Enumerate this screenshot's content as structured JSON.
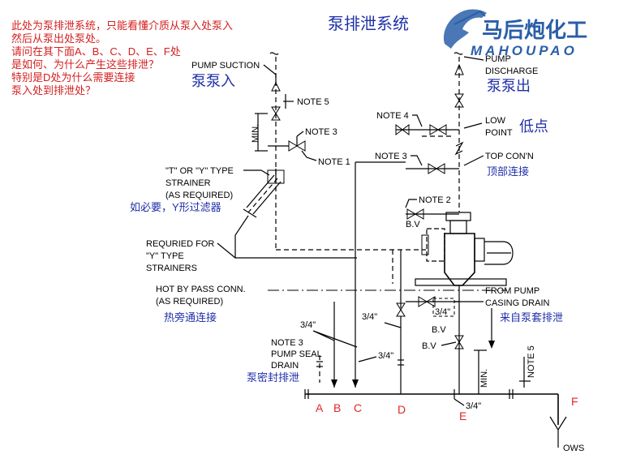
{
  "question": {
    "line1": "此处为泵排泄系统，只能看懂介质从泵入处泵入",
    "line2": "然后从泵出处泵处。",
    "line3": "请问在其下面A、B、C、D、E、F处",
    "line4": "是如何、为什么产生这些排泄？",
    "line5": "特别是D处为什么需要连接",
    "line6": "泵入处到排泄处？"
  },
  "title": "泵排泄系统",
  "logo": {
    "cn": "马后炮化工",
    "en": "MAHOUPAO",
    "color": "#2a5fa8"
  },
  "labels": {
    "pump_suction": "PUMP SUCTION",
    "pump_suction_cn": "泵泵入",
    "pump_discharge_1": "PUMP",
    "pump_discharge_2": "DISCHARGE",
    "pump_discharge_cn": "泵泵出",
    "note5_top": "NOTE 5",
    "note4": "NOTE 4",
    "low_point_1": "LOW",
    "low_point_2": "POINT",
    "low_point_cn": "低点",
    "note3_a": "NOTE 3",
    "note1": "NOTE 1",
    "note3_b": "NOTE 3",
    "top_conn": "TOP CON'N",
    "top_conn_cn": "顶部连接",
    "min_left": "MIN.",
    "strainer_1": "\"T\" OR \"Y\" TYPE",
    "strainer_2": "STRAINER",
    "strainer_3": "(AS REQUIRED)",
    "strainer_cn": "如必要，Y形过滤器",
    "note2": "NOTE 2",
    "bv_upper": "B.V",
    "required_1": "REQURIED FOR",
    "required_2": "\"Y\" TYPE",
    "required_3": "STRAINERS",
    "hot_bypass_1": "HOT BY PASS CONN.",
    "hot_bypass_2": "(AS REQUIRED)",
    "hot_bypass_cn": "热旁通连接",
    "from_pump_1": "FROM PUMP",
    "from_pump_2": "CASING DRAIN",
    "from_pump_cn": "来自泵套排泄",
    "size_34_a": "3/4\"",
    "size_34_b": "3/4\"",
    "size_34_c": "3/4\"",
    "size_34_d": "3/4\"",
    "size_34_e": "3/4\"",
    "bv_mid": "B.V",
    "bv_low": "B.V",
    "note3_seal_1": "NOTE 3",
    "note3_seal_2": "PUMP SEAL",
    "note3_seal_3": "DRAIN",
    "seal_drain_cn": "泵密封排泄",
    "min_right": "MIN.",
    "note5_right": "NOTE 5",
    "ows": "OWS"
  },
  "letters": {
    "A": "A",
    "B": "B",
    "C": "C",
    "D": "D",
    "E": "E",
    "F": "F"
  }
}
